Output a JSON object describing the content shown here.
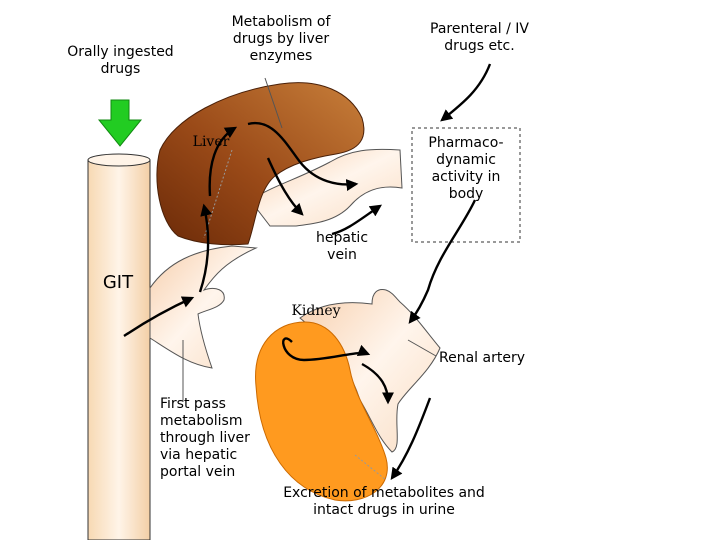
{
  "labels": {
    "orally_ingested": "Orally ingested\ndrugs",
    "metabolism_liver": "Metabolism of\ndrugs by liver\nenzymes",
    "parenteral": "Parenteral / IV\ndrugs etc.",
    "liver": "Liver",
    "pharmacodynamic": "Pharmaco-\ndynamic\nactivity in\nbody",
    "hepatic_vein": "hepatic\nvein",
    "git": "GIT",
    "kidney": "Kidney",
    "renal_artery": "Renal artery",
    "first_pass": "First pass\nmetabolism\nthrough liver\nvia hepatic\nportal vein",
    "excretion": "Excretion of metabolites and\nintact drugs in urine"
  },
  "colors": {
    "liver_light": "#c87f3a",
    "liver_dark": "#6b2a08",
    "kidney": "#ff9a1f",
    "vessel_fill": "#fde6d3",
    "git_fill": "#ffe8cc",
    "green_arrow": "#22cc22"
  }
}
